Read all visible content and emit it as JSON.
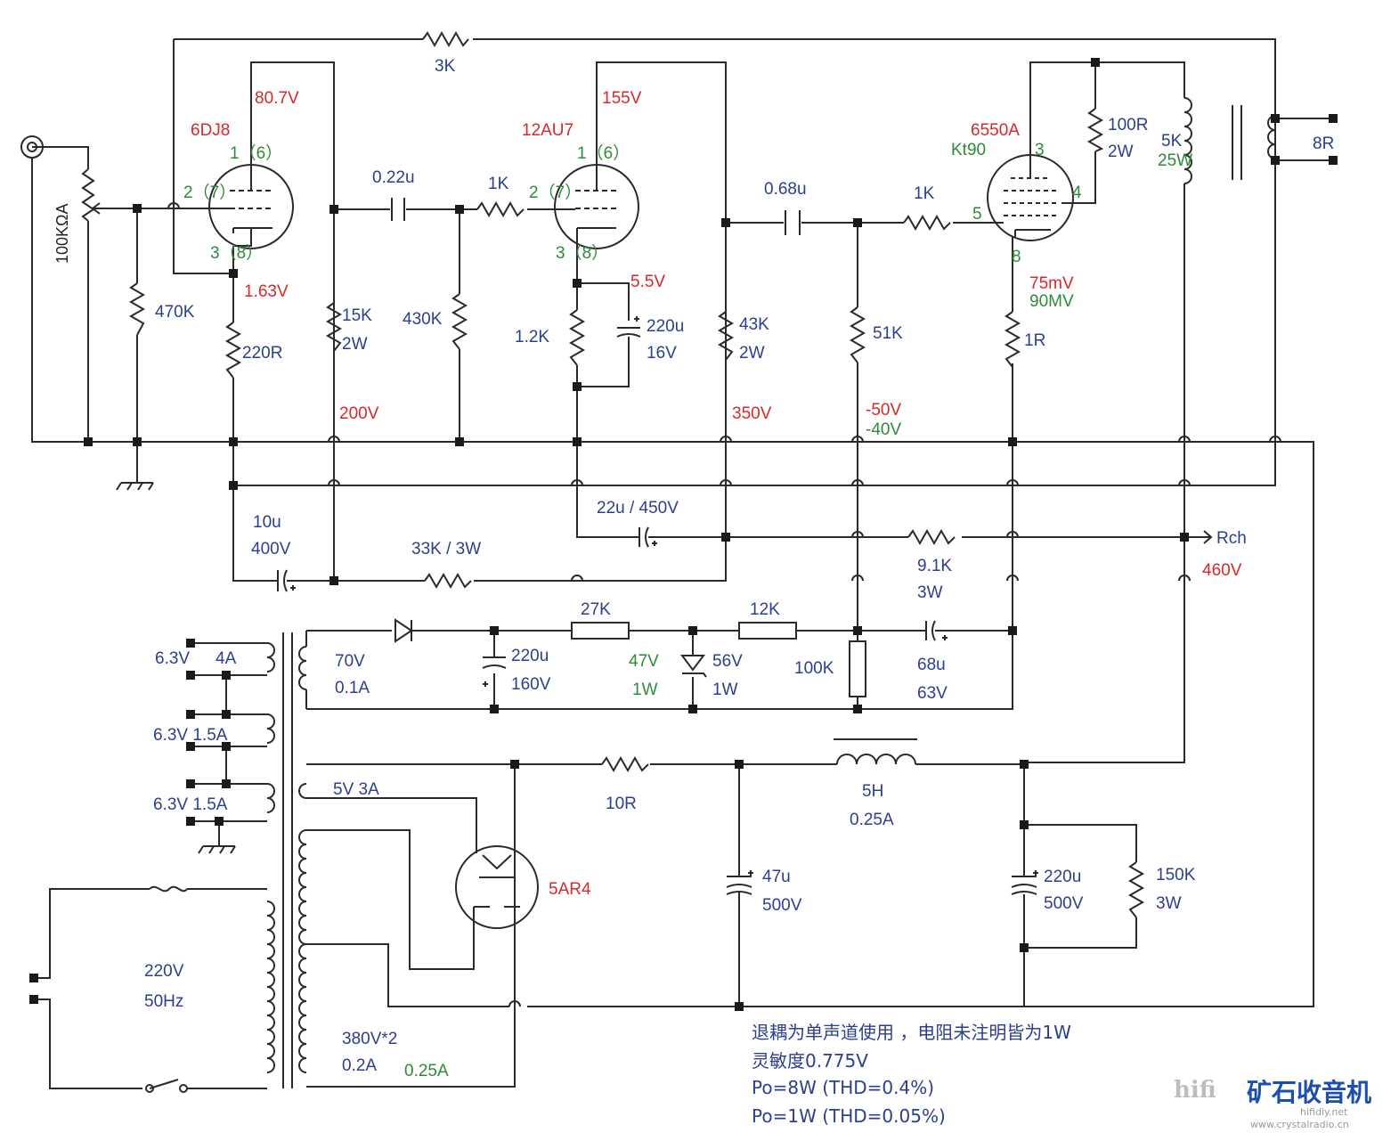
{
  "input": {
    "pot_label": "100KΩA"
  },
  "tubes": {
    "v1": {
      "type": "6DJ8",
      "pin_plate": "1（6）",
      "pin_grid": "2（7）",
      "pin_cathode": "3（8）",
      "v_plate": "80.7V",
      "v_cathode": "1.63V"
    },
    "v2": {
      "type": "12AU7",
      "pin_plate": "1（6）",
      "pin_grid": "2（7）",
      "pin_cathode": "3（8）",
      "v_plate": "155V",
      "v_cathode": "5.5V"
    },
    "v3": {
      "type": "6550A",
      "alt": "Kt90",
      "pin_plate": "3",
      "pin_g2": "4",
      "pin_g1": "5",
      "pin_cathode": "8",
      "v_cathode": "75mV",
      "v_cathode_alt": "90MV"
    },
    "rect": {
      "type": "5AR4"
    }
  },
  "components": {
    "r_fb": "3K",
    "r_grid1": "470K",
    "r_k1": "220R",
    "r_p1a": "15K",
    "r_p1b": "2W",
    "c_coup1": "0.22u",
    "r_g2stop": "1K",
    "r_g2": "430K",
    "r_k2": "1.2K",
    "c_k2a": "220u",
    "c_k2b": "16V",
    "r_p2a": "43K",
    "r_p2b": "2W",
    "c_coup2": "0.68u",
    "r_g3stop": "1K",
    "r_g3": "51K",
    "r_k3": "1R",
    "r_g2s_a": "100R",
    "r_g2s_b": "2W",
    "ot_a": "5K",
    "ot_b": "25W",
    "ot_sec": "8R",
    "c_dec1a": "10u",
    "c_dec1b": "400V",
    "r_dec1": "33K / 3W",
    "c_dec2": "22u / 450V",
    "r_dec2a": "9.1K",
    "r_dec2b": "3W",
    "rch": "Rch",
    "r_bias1": "27K",
    "r_bias2": "12K",
    "r_bias3": "100K",
    "c_bias1a": "220u",
    "c_bias1b": "160V",
    "z1a": "47V",
    "z1b": "1W",
    "z2a": "56V",
    "z2b": "1W",
    "c_bias2a": "68u",
    "c_bias2b": "63V",
    "r_ps": "10R",
    "choke_a": "5H",
    "choke_b": "0.25A",
    "c_ps1a": "47u",
    "c_ps1b": "500V",
    "c_ps2a": "220u",
    "c_ps2b": "500V",
    "r_bleed_a": "150K",
    "r_bleed_b": "3W"
  },
  "voltages": {
    "v200": "200V",
    "v350": "350V",
    "vbias": "-50V",
    "vbias_alt": "-40V",
    "v460": "460V"
  },
  "transformer": {
    "primary_a": "220V",
    "primary_b": "50Hz",
    "h1a": "6.3V",
    "h1b": "4A",
    "h2": "6.3V 1.5A",
    "h3": "6.3V 1.5A",
    "bias_a": "70V",
    "bias_b": "0.1A",
    "fil": "5V 3A",
    "hv_a": "380V*2",
    "hv_b": "0.2A",
    "hv_alt": "0.25A"
  },
  "notes": {
    "line1": "退耦为单声道使用 ，电阻未注明皆为1W",
    "line2": "灵敏度0.775V",
    "line3": "Po=8W (THD=0.4%)",
    "line4": "Po=1W (THD=0.05%)"
  },
  "watermark": {
    "a": "hifi",
    "b": "矿石收音机",
    "c": "hifidiy.net",
    "d": "www.crystalradio.cn"
  }
}
